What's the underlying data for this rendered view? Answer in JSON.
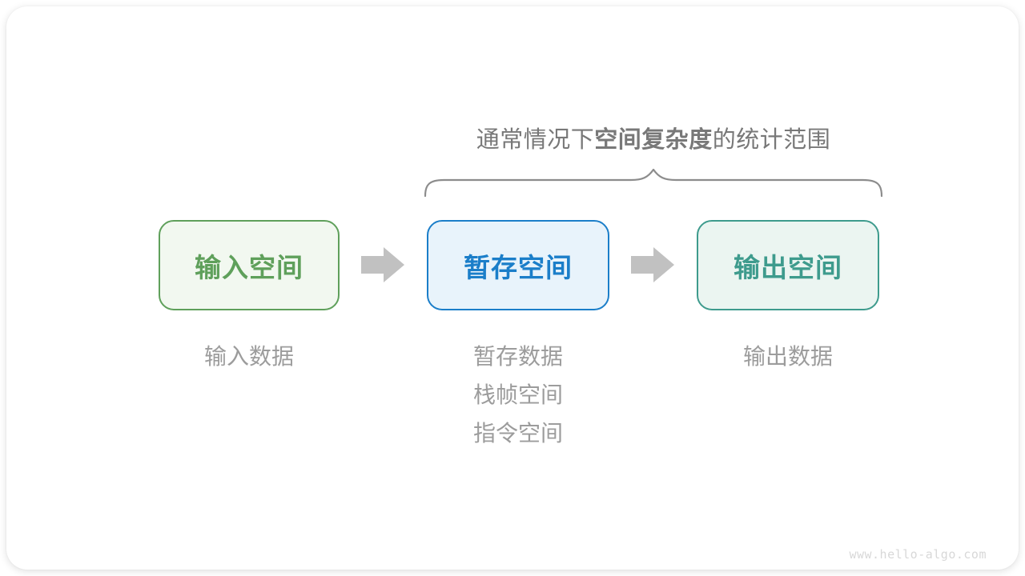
{
  "diagram": {
    "title": {
      "prefix": "通常情况下",
      "emphasis": "空间复杂度",
      "suffix": "的统计范围"
    },
    "boxes": [
      {
        "label": "输入空间",
        "color": "#5FA05B",
        "fill": "#F2F8F0"
      },
      {
        "label": "暂存空间",
        "color": "#1B7EC9",
        "fill": "#E8F3FB"
      },
      {
        "label": "输出空间",
        "color": "#3E9B8D",
        "fill": "#EBF5F1"
      }
    ],
    "captions": [
      {
        "lines": [
          "输入数据"
        ]
      },
      {
        "lines": [
          "暂存数据",
          "栈帧空间",
          "指令空间"
        ]
      },
      {
        "lines": [
          "输出数据"
        ]
      }
    ],
    "arrow_color": "#C1C1C1",
    "brace_color": "#8C8C8C",
    "watermark": "www.hello-algo.com"
  }
}
